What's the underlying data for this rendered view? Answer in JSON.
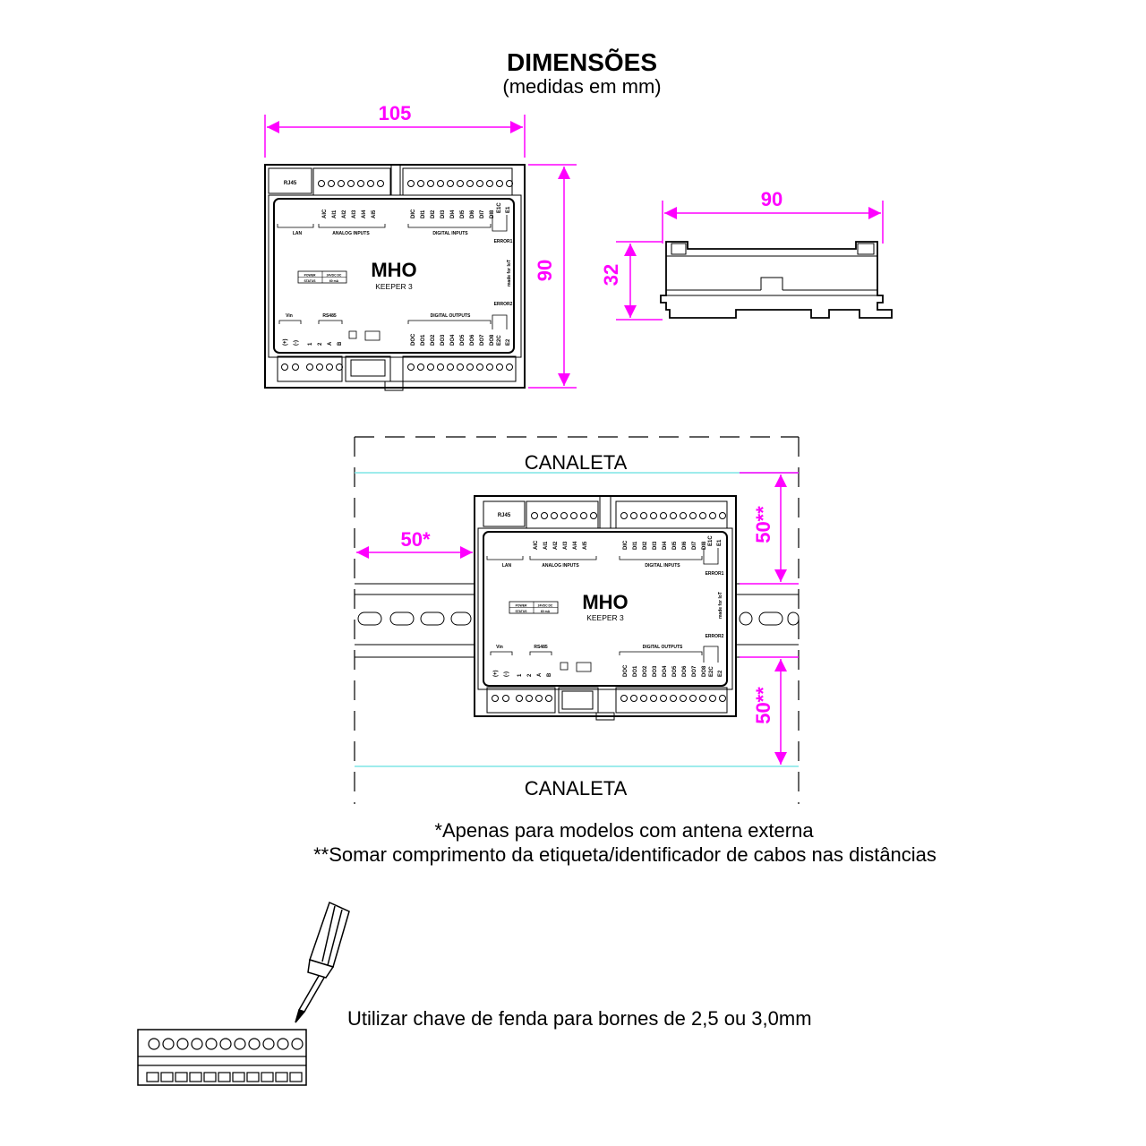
{
  "header": {
    "title": "DIMENSÕES",
    "subtitle": "(medidas em mm)"
  },
  "dimensions": {
    "width": "105",
    "height": "90",
    "depth": "90",
    "side_height": "32",
    "left_clearance": "50*",
    "top_clearance": "50**",
    "bottom_clearance": "50**"
  },
  "device": {
    "brand": "MHO",
    "model": "KEEPER 3",
    "top_connector": "RJ45",
    "lan_label": "LAN",
    "analog_inputs_label": "ANALOG INPUTS",
    "digital_inputs_label": "DIGITAL INPUTS",
    "digital_outputs_label": "DIGITAL OUTPUTS",
    "vin_label": "Vin",
    "rs485_label": "RS485",
    "error1_label": "ERROR1",
    "error2_label": "ERROR2",
    "made_label": "made for IoT",
    "analog_terminals": [
      "AIC",
      "AI1",
      "AI2",
      "AI3",
      "AI4",
      "AI5"
    ],
    "digital_in_terminals": [
      "DIC",
      "DI1",
      "DI2",
      "DI3",
      "DI4",
      "DI5",
      "DI6",
      "DI7",
      "DI8",
      "E1C",
      "E1"
    ],
    "bottom_left_terminals": [
      "(+)",
      "(-)",
      "1",
      "2",
      "A",
      "B"
    ],
    "digital_out_terminals": [
      "DOC",
      "DO1",
      "DO2",
      "DO3",
      "DO4",
      "DO5",
      "DO6",
      "DO7",
      "DO8",
      "E2C",
      "E2"
    ],
    "led_status_rows": [
      "POWER",
      "STATUS"
    ],
    "led_values": [
      "24VDC DC",
      "60 mA"
    ]
  },
  "installation": {
    "top_label": "CANALETA",
    "bottom_label": "CANALETA"
  },
  "notes": {
    "note1": "*Apenas para modelos com antena externa",
    "note2": "**Somar comprimento da etiqueta/identificador de cabos nas distâncias",
    "screwdriver_note": "Utilizar chave de fenda para bornes de 2,5 ou 3,0mm"
  },
  "colors": {
    "dimension": "#ff00ff",
    "channel_line": "#7fe6e6",
    "line": "#000000"
  }
}
